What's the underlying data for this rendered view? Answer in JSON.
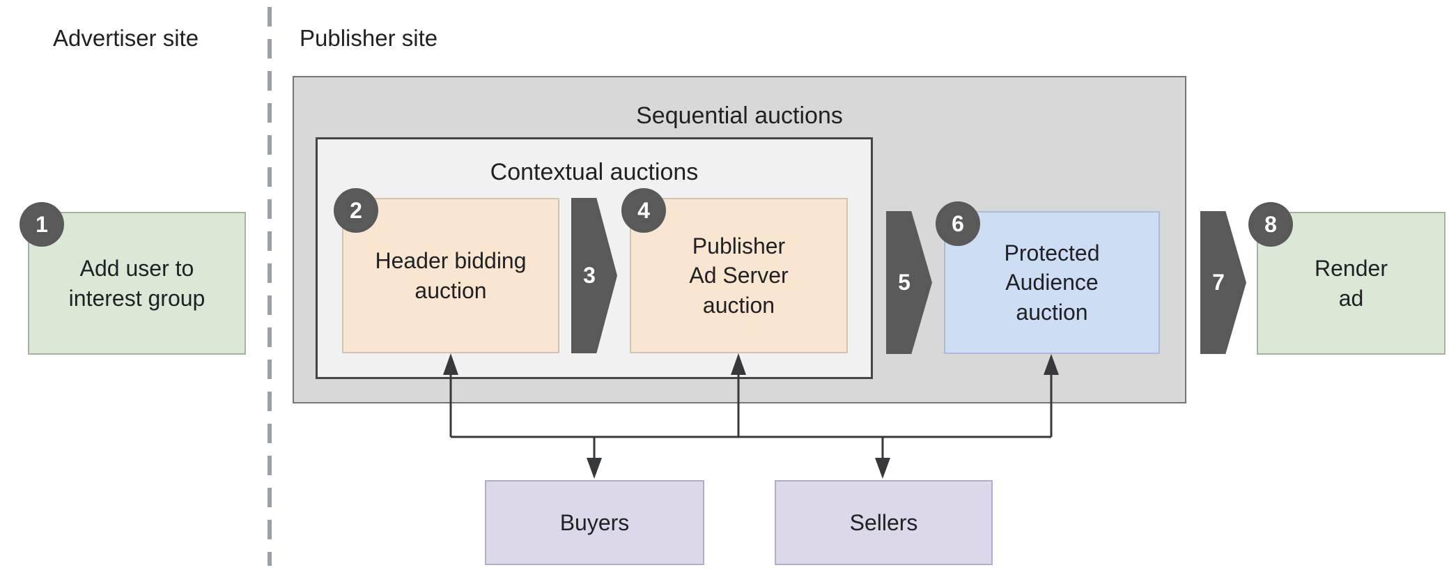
{
  "labels": {
    "advertiser": "Advertiser site",
    "publisher": "Publisher site",
    "sequential": "Sequential auctions",
    "contextual": "Contextual auctions"
  },
  "nodes": {
    "add_user": {
      "badge": "1",
      "label": "Add user to\ninterest group"
    },
    "header_bidding": {
      "badge": "2",
      "label": "Header bidding\nauction"
    },
    "publisher_ad_server": {
      "badge": "4",
      "label": "Publisher\nAd Server\nauction"
    },
    "protected_audience": {
      "badge": "6",
      "label": "Protected\nAudience\nauction"
    },
    "render_ad": {
      "badge": "8",
      "label": "Render\nad"
    },
    "buyers": {
      "label": "Buyers"
    },
    "sellers": {
      "label": "Sellers"
    }
  },
  "arrows": {
    "a3": {
      "label": "3"
    },
    "a5": {
      "label": "5"
    },
    "a7": {
      "label": "7"
    }
  },
  "colors": {
    "green_fill": "#dbe8d6",
    "orange_fill": "#f8e6d0",
    "blue_fill": "#cdddf3",
    "purple_fill": "#dcd7e9",
    "sequential_fill": "#d8d8d8",
    "contextual_fill": "#f1f1f2",
    "dark_gray": "#595959",
    "connector_line": "#37383b",
    "divider_gray": "#9aa0a6"
  }
}
